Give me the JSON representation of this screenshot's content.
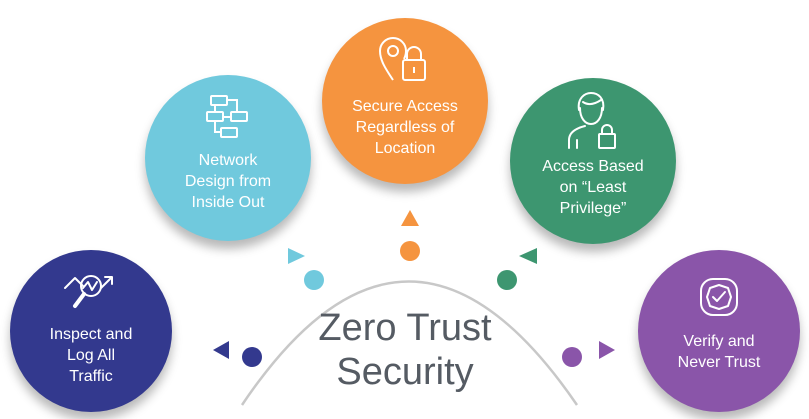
{
  "title": {
    "line1": "Zero Trust",
    "line2": "Security"
  },
  "items": [
    {
      "label": "Inspect and\nLog All\nTraffic",
      "icon": "trend-magnifier-icon",
      "color": "#33398e"
    },
    {
      "label": "Network\nDesign from\nInside Out",
      "icon": "network-flow-icon",
      "color": "#70c9dd"
    },
    {
      "label": "Secure Access\nRegardless of\nLocation",
      "icon": "location-lock-icon",
      "color": "#f5943f"
    },
    {
      "label": "Access Based\non “Least\nPrivilege”",
      "icon": "user-lock-icon",
      "color": "#3d9670"
    },
    {
      "label": "Verify and\nNever Trust",
      "icon": "check-badge-icon",
      "color": "#8a55a9"
    }
  ],
  "arc_color": "#c8c8c8"
}
